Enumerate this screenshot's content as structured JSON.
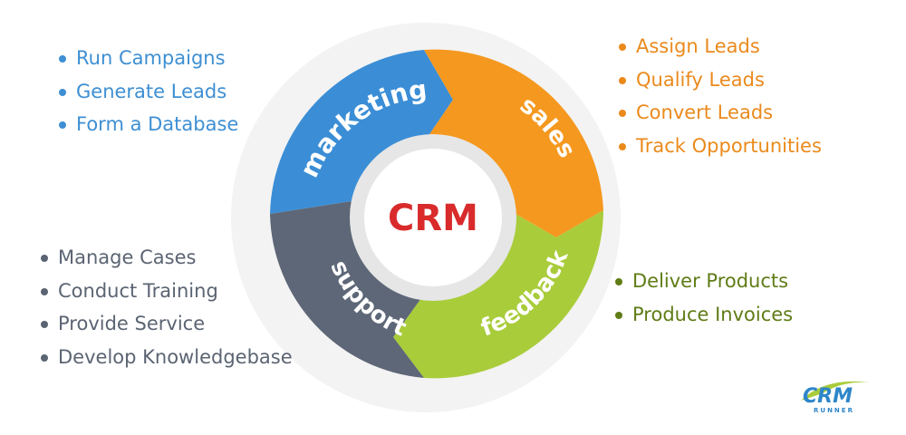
{
  "center_label": "CRM",
  "segments": [
    {
      "id": "marketing",
      "label": "marketing",
      "color": "#3b8ed6"
    },
    {
      "id": "sales",
      "label": "sales",
      "color": "#f5981f"
    },
    {
      "id": "feedback",
      "label": "feedback",
      "color": "#a9cc3a"
    },
    {
      "id": "support",
      "label": "support",
      "color": "#5d6777"
    }
  ],
  "lists": {
    "marketing": [
      "Run Campaigns",
      "Generate Leads",
      "Form a Database"
    ],
    "sales": [
      "Assign Leads",
      "Qualify Leads",
      "Convert Leads",
      "Track Opportunities"
    ],
    "support": [
      "Manage Cases",
      "Conduct Training",
      "Provide Service",
      "Develop Knowledgebase"
    ],
    "feedback": [
      "Deliver Products",
      "Produce Invoices"
    ]
  },
  "logo": {
    "text": "CRM",
    "subtext": "RUNNER"
  },
  "colors": {
    "marketing_text": "#3e8fd3",
    "sales_text": "#ea8a1c",
    "support_text": "#5b6472",
    "feedback_text": "#5f7c16",
    "center_text": "#d92b2b"
  }
}
